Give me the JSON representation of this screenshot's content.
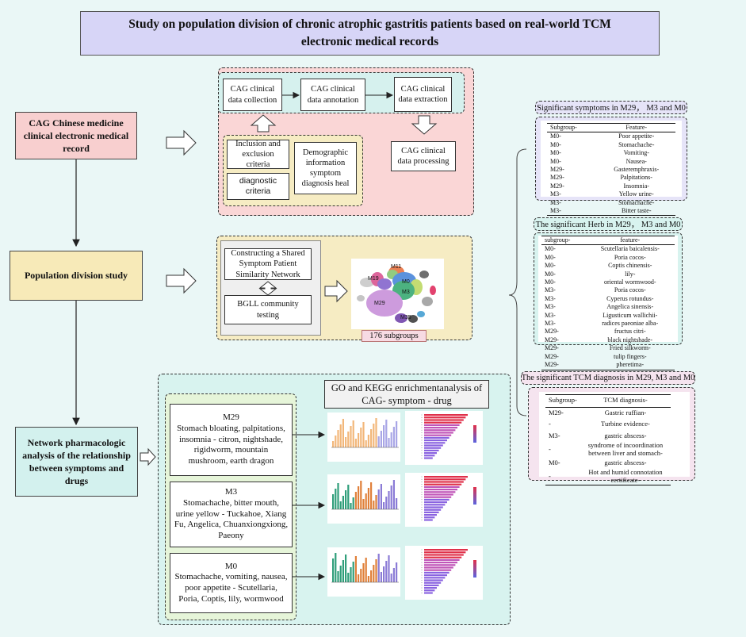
{
  "title": "Study on population division of chronic atrophic gastritis patients based on real-world TCM electronic medical records",
  "left_boxes": {
    "emr": "CAG Chinese medicine clinical electronic medical record",
    "division": "Population division study",
    "network": "Network pharmacologic analysis of the relationship between symptoms and drugs"
  },
  "data_panel": {
    "collection": "CAG clinical data collection",
    "annotation": "CAG clinical data annotation",
    "extraction": "CAG clinical data extraction",
    "processing": "CAG clinical data processing",
    "inclusion": "Inclusion and exclusion criteria",
    "diagnostic": "diagnostic criteria",
    "demographic": "Demographic information symptom diagnosis heal"
  },
  "division_panel": {
    "network_build": "Constructing a Shared Symptom Patient Similarity Network",
    "bgll": "BGLL community testing",
    "subgroups": "176 subgroups",
    "clusters": [
      "M11",
      "M19",
      "M0",
      "M3",
      "M29",
      "M35"
    ]
  },
  "enrichment": {
    "header": "GO and KEGG enrichmentanalysis of CAG- symptom - drug",
    "groups": [
      {
        "name": "M29",
        "text": "Stomach bloating, palpitations, insomnia - citron, nightshade, rigidworm, mountain mushroom, earth dragon"
      },
      {
        "name": "M3",
        "text": "Stomachache, bitter mouth, urine yellow - Tuckahoe, Xiang Fu, Angelica, Chuanxiongxiong, Paeony"
      },
      {
        "name": "M0",
        "text": "Stomachache, vomiting, nausea, poor appetite - Scutellaria, Poria, Coptis, lily, wormwood"
      }
    ]
  },
  "symptoms_table": {
    "title": "Significant symptoms in M29， M3 and M0",
    "headers": [
      "Subgroup-",
      "Feature-"
    ],
    "rows": [
      [
        "M0-",
        "Poor appetite-"
      ],
      [
        "M0-",
        "Stomachache-"
      ],
      [
        "M0-",
        "Vomiting-"
      ],
      [
        "M0-",
        "Nausea-"
      ],
      [
        "M29-",
        "Gasteremphraxis-"
      ],
      [
        "M29-",
        "Palpitations-"
      ],
      [
        "M29-",
        "Insomnia-"
      ],
      [
        "M3-",
        "Yellow urine-"
      ],
      [
        "M3-",
        "Stomachache-"
      ],
      [
        "M3-",
        "Bitter taste-"
      ]
    ]
  },
  "herb_table": {
    "title": "The significant Herb in M29，  M3 and M0",
    "headers": [
      "subgroup-",
      "feature-"
    ],
    "rows": [
      [
        "M0-",
        "Scutellaria baicalensis-"
      ],
      [
        "M0-",
        "Poria cocos-"
      ],
      [
        "M0-",
        "Coptis chinensis-"
      ],
      [
        "M0-",
        "lily-"
      ],
      [
        "M0-",
        "oriental wormwood-"
      ],
      [
        "M3-",
        "Poria cocos-"
      ],
      [
        "M3-",
        "Cyperus rotundus-"
      ],
      [
        "M3-",
        "Angelica sinensis-"
      ],
      [
        "M3-",
        "Ligusticum wallichii-"
      ],
      [
        "M3-",
        "radices paeoniae alba-"
      ],
      [
        "M29-",
        "fructus citri-"
      ],
      [
        "M29-",
        "black nightshade-"
      ],
      [
        "M29-",
        "Fried silkworm-"
      ],
      [
        "M29-",
        "tulip fingers-"
      ],
      [
        "M29-",
        "pheretima-"
      ]
    ]
  },
  "diagnosis_table": {
    "title": "The significant TCM diagnosis in M29, M3 and M0",
    "headers": [
      "Subgroup-",
      "TCM diagnosis-"
    ],
    "rows": [
      [
        "M29-",
        "Gastric ruffian-"
      ],
      [
        "-",
        "Turbine evidence-"
      ],
      [
        "M3-",
        "gastric abscess-"
      ],
      [
        "-",
        "syndrome of incoordination between liver and stomach-"
      ],
      [
        "M0-",
        "gastric abscess-"
      ],
      [
        "-",
        "Hot and humid connotation certificate-"
      ]
    ]
  },
  "colors": {
    "title_bg": "#d7d5f7",
    "page_bg": "#eaf7f6",
    "pink_panel": "#fad6d6",
    "yellow_panel": "#f6ecc3",
    "green_panel": "#e6f5d9",
    "teal_panel": "#d8f3ef",
    "lavender_panel": "#e6e4f8",
    "pink_light": "#f5e4ef",
    "emr_box": "#f8cfcf",
    "division_box": "#f7eab8",
    "network_box": "#d3f1ee"
  }
}
